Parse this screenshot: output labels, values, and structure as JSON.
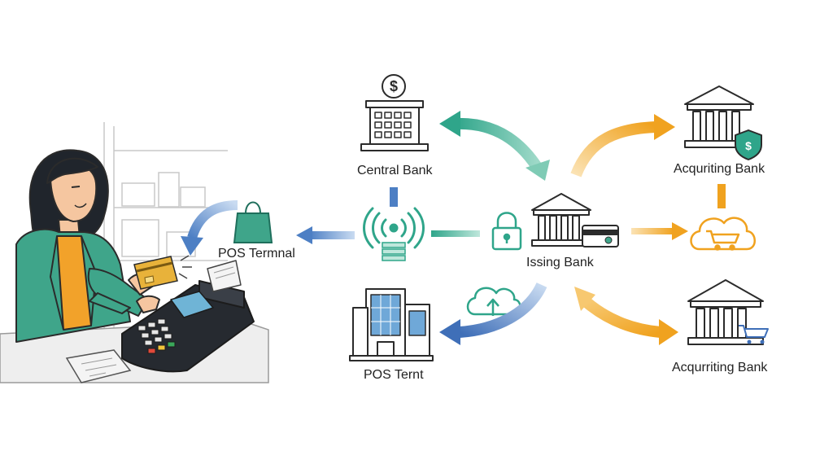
{
  "labels": {
    "central_bank": "Central Bank",
    "pos_terminal_top": "POS Termnal",
    "issuing_bank": "Issing Bank",
    "acquiring_bank_top": "Acquriting Bank",
    "acquiring_bank_bottom": "Acqurriting Bank",
    "pos_terminal_bottom": "POS Ternt"
  },
  "icons": {
    "central_bank": "bank-dollar-icon",
    "issuing_bank": "bank-card-icon",
    "acquiring_top": "bank-shield-icon",
    "acquiring_bottom": "bank-cart-icon",
    "pos_building": "office-building-icon",
    "contactless": "contactless-icon",
    "lock": "padlock-icon",
    "cloud_cart": "cloud-cart-icon",
    "cloud_upload": "cloud-upload-icon",
    "shopping_bag": "shopping-bag-icon"
  },
  "colors": {
    "teal": "#2fa58a",
    "blue": "#4d7fc4",
    "orange": "#f0a21f",
    "line": "#2b2b2b"
  }
}
